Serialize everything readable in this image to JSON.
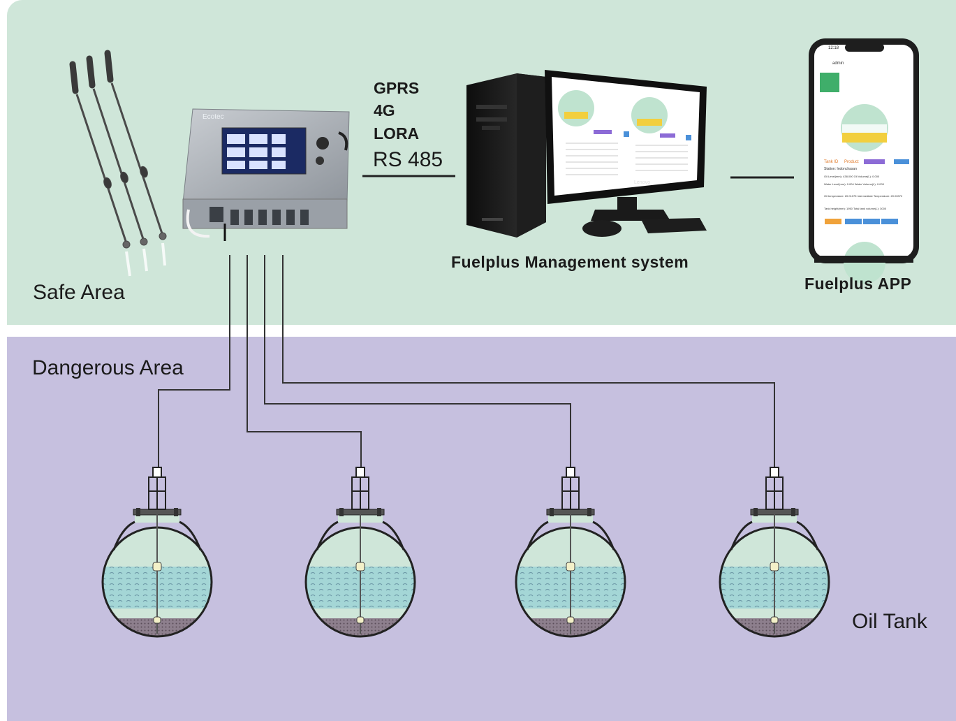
{
  "areas": {
    "safe": "Safe Area",
    "dangerous": "Dangerous Area"
  },
  "controller": {
    "brand": "Ecotec"
  },
  "comm": {
    "line1": "GPRS",
    "line2": "4G",
    "line3": "LORA",
    "line4": "RS 485"
  },
  "management": {
    "title": "Fuelplus Management system",
    "monitor_brand": "Lenovo"
  },
  "app": {
    "title": "Fuelplus APP",
    "time": "12:18",
    "user": "admin",
    "station": "Station: Indonchasan",
    "tank_id": "Tank ID",
    "product": "Product",
    "rows": [
      "Oil Level(mm): 438.000    Oil Volume(L): 0.000",
      "Water Level(mm): 0.004    Water Volume(L): 0.000",
      "Oil temperature: 20.01075    Intermediate Temperature: 20.00372",
      "Tank height(mm): 1950    Total tank volume(L): 3000"
    ]
  },
  "tank_label": "Oil Tank",
  "tanks": [
    {
      "id": "tank-1"
    },
    {
      "id": "tank-2"
    },
    {
      "id": "tank-3"
    },
    {
      "id": "tank-4"
    }
  ],
  "colors": {
    "safe_bg": "#cfe6d9",
    "danger_bg": "#c6c0df",
    "tank_gas": "#cfe6d9",
    "tank_liquid": "#a4d6d6",
    "tank_sediment": "#8a7a88",
    "fuel_yellow": "#f2cf3e"
  }
}
